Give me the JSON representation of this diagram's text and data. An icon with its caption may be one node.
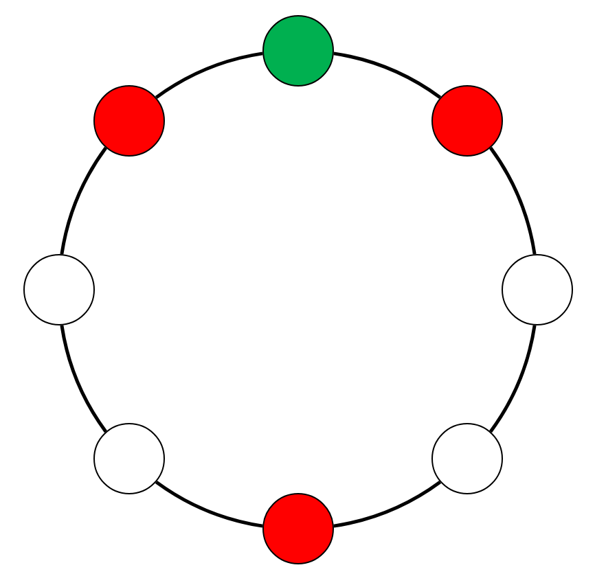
{
  "diagram": {
    "nodes": [
      {
        "text": [],
        "shape": "circle"
      },
      {
        "text": [],
        "shape": "circle"
      },
      {
        "text": [],
        "shape": "circle"
      },
      {
        "text": [],
        "shape": "circle"
      },
      {
        "text": [],
        "shape": "circle"
      },
      {
        "text": [],
        "shape": "circle"
      },
      {
        "text": [],
        "shape": "circle"
      },
      {
        "text": [],
        "shape": "circle"
      }
    ],
    "edges": [
      {
        "from": 0,
        "to": 2,
        "arrow": "none"
      },
      {
        "from": 2,
        "to": 4,
        "arrow": "none"
      },
      {
        "from": 4,
        "to": 6,
        "arrow": "none"
      },
      {
        "from": 6,
        "to": 7,
        "arrow": "none"
      },
      {
        "from": 7,
        "to": 5,
        "arrow": "none"
      },
      {
        "from": 5,
        "to": 3,
        "arrow": "none"
      },
      {
        "from": 3,
        "to": 1,
        "arrow": "none"
      },
      {
        "from": 1,
        "to": 0,
        "arrow": "none"
      }
    ]
  }
}
